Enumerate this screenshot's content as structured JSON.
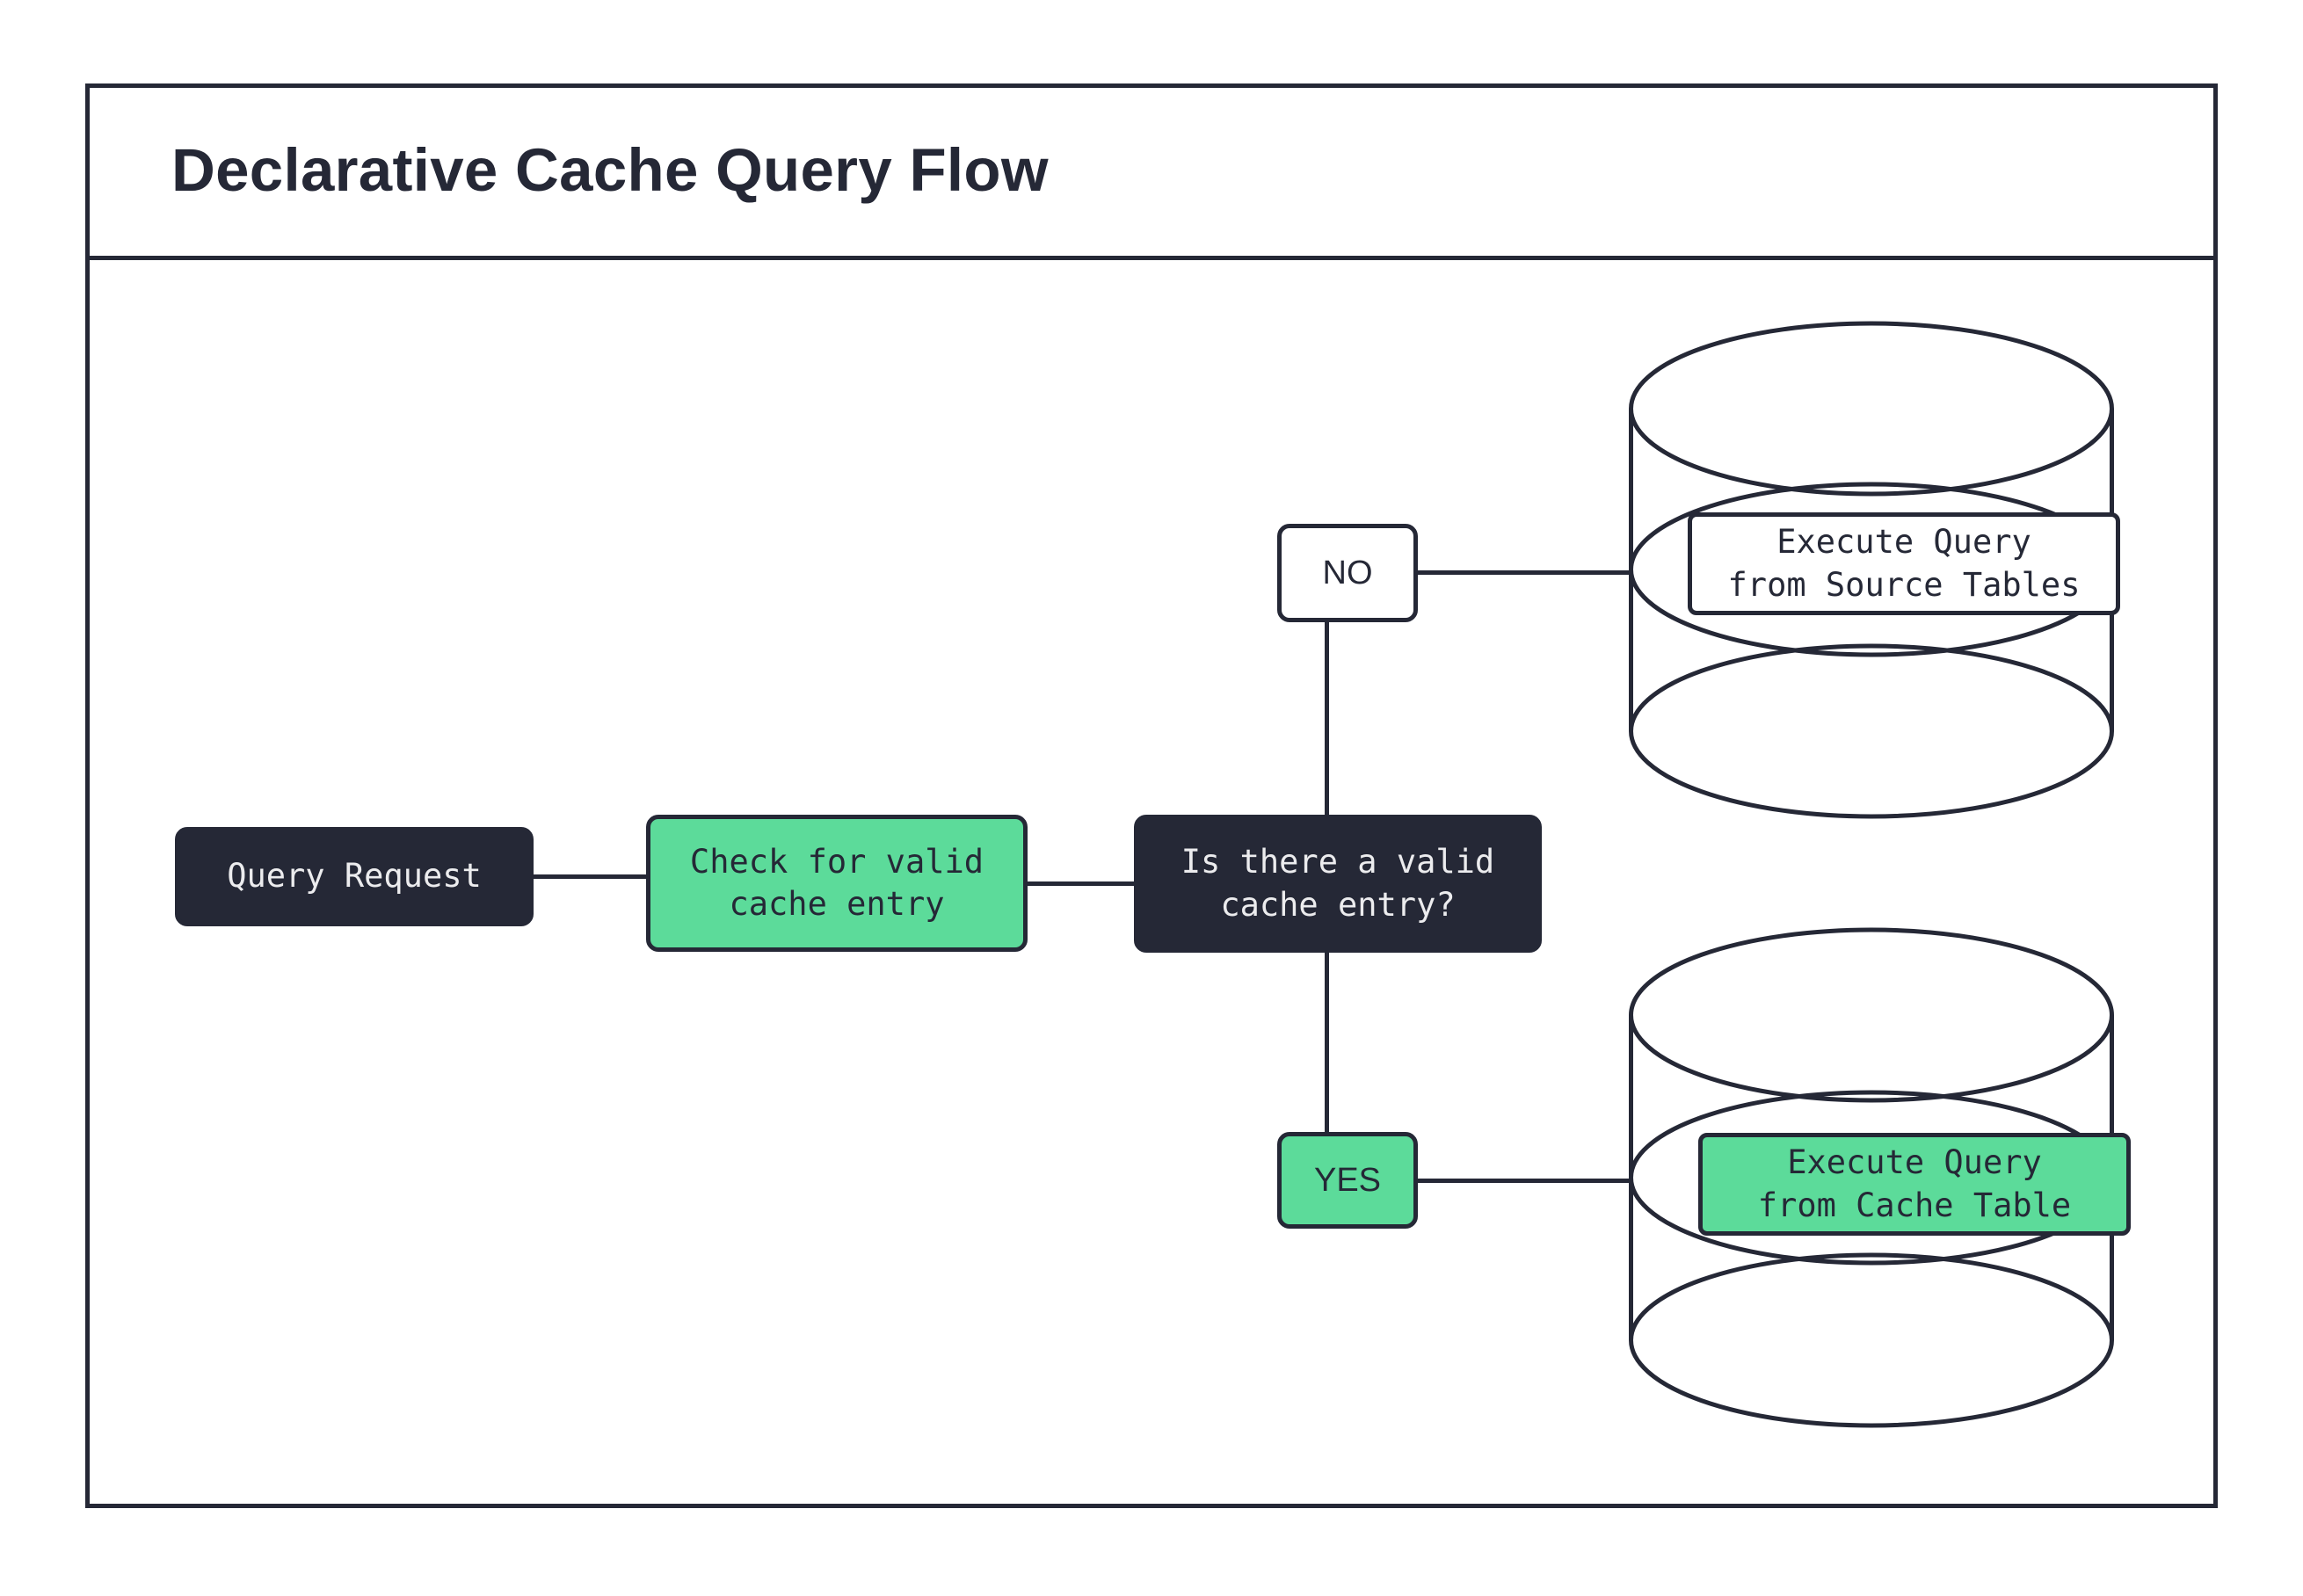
{
  "diagram": {
    "title": "Declarative Cache Query Flow",
    "type": "flowchart",
    "colors": {
      "ink": "#252836",
      "accent_green": "#5CDB9A",
      "surface": "#ffffff",
      "dark_fill": "#252836",
      "dark_text": "#ECECEE"
    },
    "nodes": {
      "query_request": {
        "label": "Query Request",
        "style": "dark"
      },
      "check_cache": {
        "label": "Check for valid\ncache entry",
        "style": "green"
      },
      "decision": {
        "label": "Is there a valid\ncache entry?",
        "style": "dark"
      },
      "source_db": {
        "label": "Execute Query\nfrom Source Tables",
        "style": "white",
        "shape": "database-cylinder"
      },
      "cache_db": {
        "label": "Execute Query\nfrom Cache Table",
        "style": "green",
        "shape": "database-cylinder"
      }
    },
    "branches": {
      "no": {
        "label": "NO",
        "style": "white"
      },
      "yes": {
        "label": "YES",
        "style": "green"
      }
    },
    "edges": [
      {
        "from": "query_request",
        "to": "check_cache"
      },
      {
        "from": "check_cache",
        "to": "decision"
      },
      {
        "from": "decision",
        "to": "no"
      },
      {
        "from": "no",
        "to": "source_db"
      },
      {
        "from": "decision",
        "to": "yes"
      },
      {
        "from": "yes",
        "to": "cache_db"
      }
    ]
  }
}
